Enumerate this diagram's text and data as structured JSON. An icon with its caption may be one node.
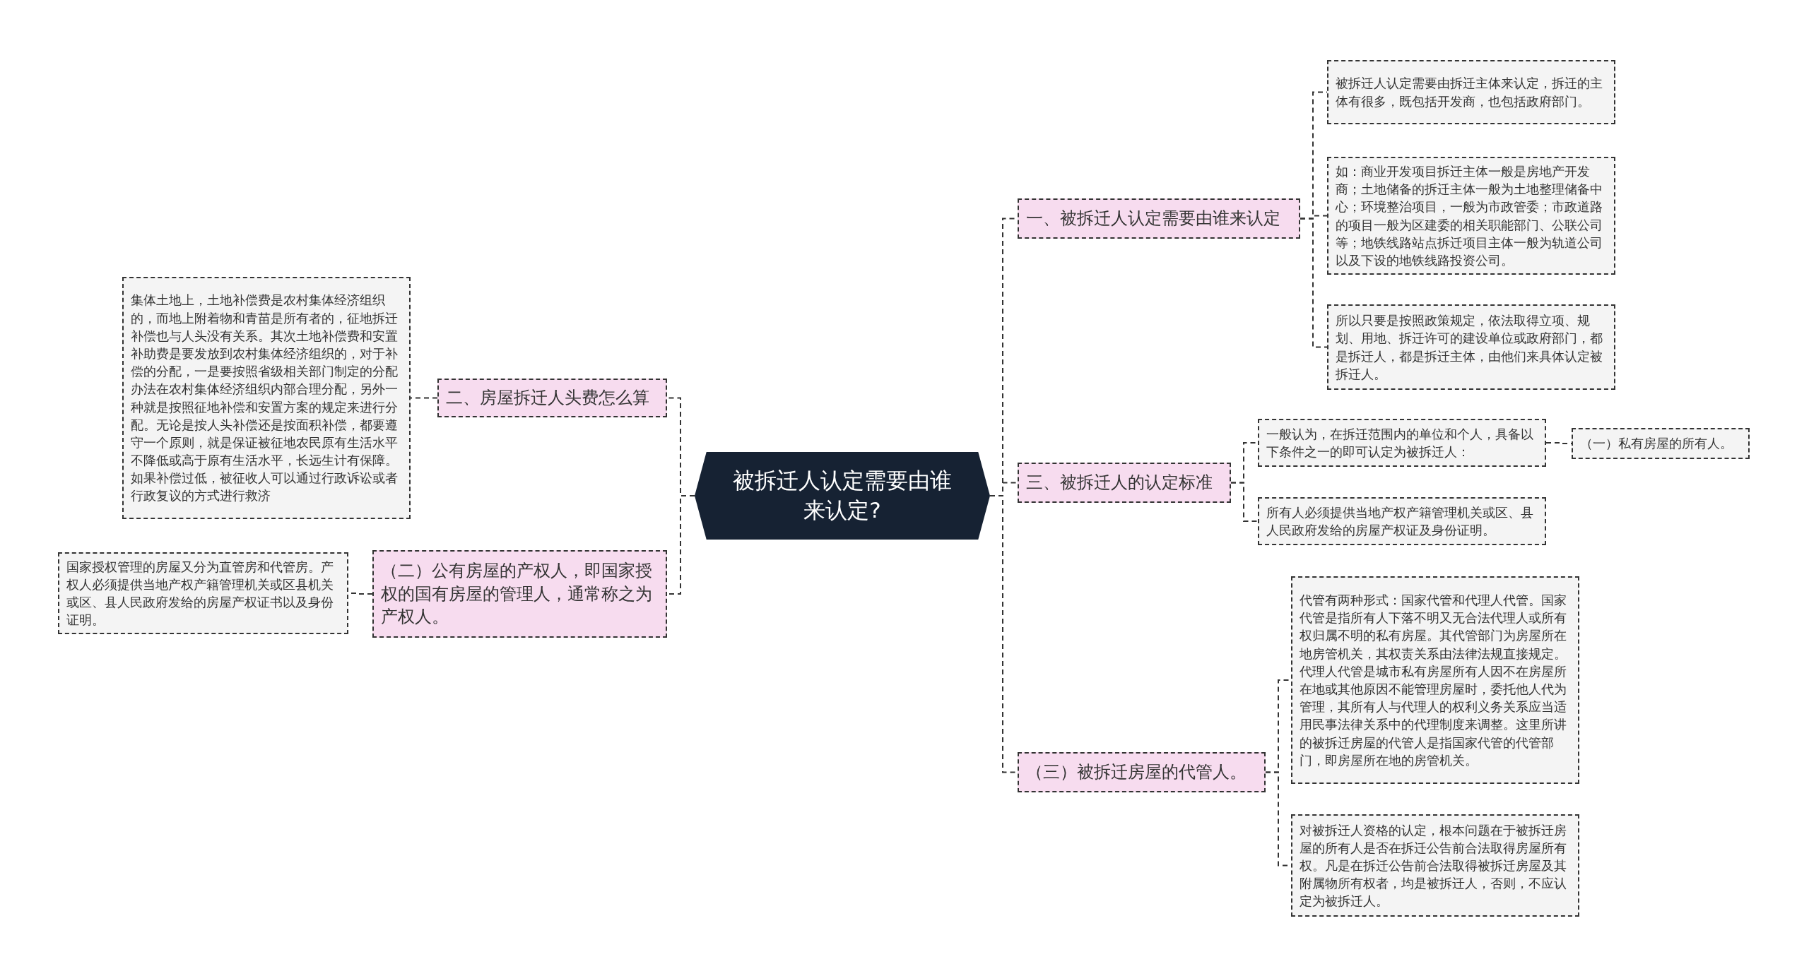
{
  "diagram": {
    "nodes": [
      {
        "text": [
          "被拆迁人认定需要由谁来认定?"
        ]
      },
      {
        "text": [
          "二、房屋拆迁人头费怎么算"
        ]
      },
      {
        "text": [
          "集体土地上，土地补偿费是农村集体经济组织的，而地上附着物和青苗是所有者的，征地拆迁补偿也与人头没有关系。其次土地补偿费和安置补助费是要发放到农村集体经济组织的，对于补偿的分配，一是要按照省级相关部门制定的分配办法在农村集体经济组织内部合理分配，另外一种就是按照征地补偿和安置方案的规定来进行分配。无论是按人头补偿还是按面积补偿，都要遵守一个原则，就是保证被征地农民原有生活水平不降低或高于原有生活水平，长远生计有保障。如果补偿过低，被征收人可以通过行政诉讼或者行政复议的方式进行救济"
        ]
      },
      {
        "text": [
          "（二）公有房屋的产权人，即国家授权的国有房屋的管理人，通常称之为产权人。"
        ]
      },
      {
        "text": [
          "国家授权管理的房屋又分为直管房和代管房。产权人必须提供当地产权产籍管理机关或区县机关或区、县人民政府发给的房屋产权证书以及身份证明。"
        ]
      },
      {
        "text": [
          "一、被拆迁人认定需要由谁来认定"
        ]
      },
      {
        "text": [
          "被拆迁人认定需要由拆迁主体来认定，拆迁的主体有很多，既包括开发商，也包括政府部门。"
        ]
      },
      {
        "text": [
          "如：商业开发项目拆迁主体一般是房地产开发商；土地储备的拆迁主体一般为土地整理储备中心；环境整治项目，一般为市政管委；市政道路的项目一般为区建委的相关职能部门、公联公司等；地铁线路站点拆迁项目主体一般为轨道公司以及下设的地铁线路投资公司。"
        ]
      },
      {
        "text": [
          "所以只要是按照政策规定，依法取得立项、规划、用地、拆迁许可的建设单位或政府部门，都是拆迁人，都是拆迁主体，由他们来具体认定被拆迁人。"
        ]
      },
      {
        "text": [
          "三、被拆迁人的认定标准"
        ]
      },
      {
        "text": [
          "一般认为，在拆迁范围内的单位和个人，具备以下条件之一的即可认定为被拆迁人："
        ]
      },
      {
        "text": [
          "（一）私有房屋的所有人。"
        ]
      },
      {
        "text": [
          "所有人必须提供当地产权产籍管理机关或区、县人民政府发给的房屋产权证及身份证明。"
        ]
      },
      {
        "text": [
          "（三）被拆迁房屋的代管人。"
        ]
      },
      {
        "text": [
          "代管有两种形式：国家代管和代理人代管。国家代管是指所有人下落不明又无合法代理人或所有权归属不明的私有房屋。其代管部门为房屋所在地房管机关，其权责关系由法律法规直接规定。代理人代管是城市私有房屋所有人因不在房屋所在地或其他原因不能管理房屋时，委托他人代为管理，其所有人与代理人的权利义务关系应当适用民事法律关系中的代理制度来调整。这里所讲的被拆迁房屋的代管人是指国家代管的代管部门，即房屋所在地的房管机关。"
        ]
      },
      {
        "text": [
          "对被拆迁人资格的认定，根本问题在于被拆迁房屋的所有人是否在拆迁公告前合法取得房屋所有权。凡是在拆迁公告前合法取得被拆迁房屋及其附属物所有权者，均是被拆迁人，否则，不应认定为被拆迁人。"
        ]
      }
    ],
    "edges": [
      {
        "from": 0,
        "to": 1,
        "arrow": "none",
        "style": "dashed"
      },
      {
        "from": 1,
        "to": 2,
        "arrow": "none",
        "style": "dashed"
      },
      {
        "from": 0,
        "to": 3,
        "arrow": "none",
        "style": "dashed"
      },
      {
        "from": 3,
        "to": 4,
        "arrow": "none",
        "style": "dashed"
      },
      {
        "from": 0,
        "to": 5,
        "arrow": "none",
        "style": "dashed"
      },
      {
        "from": 5,
        "to": 6,
        "arrow": "none",
        "style": "dashed"
      },
      {
        "from": 5,
        "to": 7,
        "arrow": "none",
        "style": "dashed"
      },
      {
        "from": 5,
        "to": 8,
        "arrow": "none",
        "style": "dashed"
      },
      {
        "from": 0,
        "to": 9,
        "arrow": "none",
        "style": "dashed"
      },
      {
        "from": 9,
        "to": 10,
        "arrow": "none",
        "style": "dashed"
      },
      {
        "from": 10,
        "to": 11,
        "arrow": "none",
        "style": "dashed"
      },
      {
        "from": 9,
        "to": 12,
        "arrow": "none",
        "style": "dashed"
      },
      {
        "from": 0,
        "to": 13,
        "arrow": "none",
        "style": "dashed"
      },
      {
        "from": 13,
        "to": 14,
        "arrow": "none",
        "style": "dashed"
      },
      {
        "from": 13,
        "to": 15,
        "arrow": "none",
        "style": "dashed"
      }
    ]
  }
}
